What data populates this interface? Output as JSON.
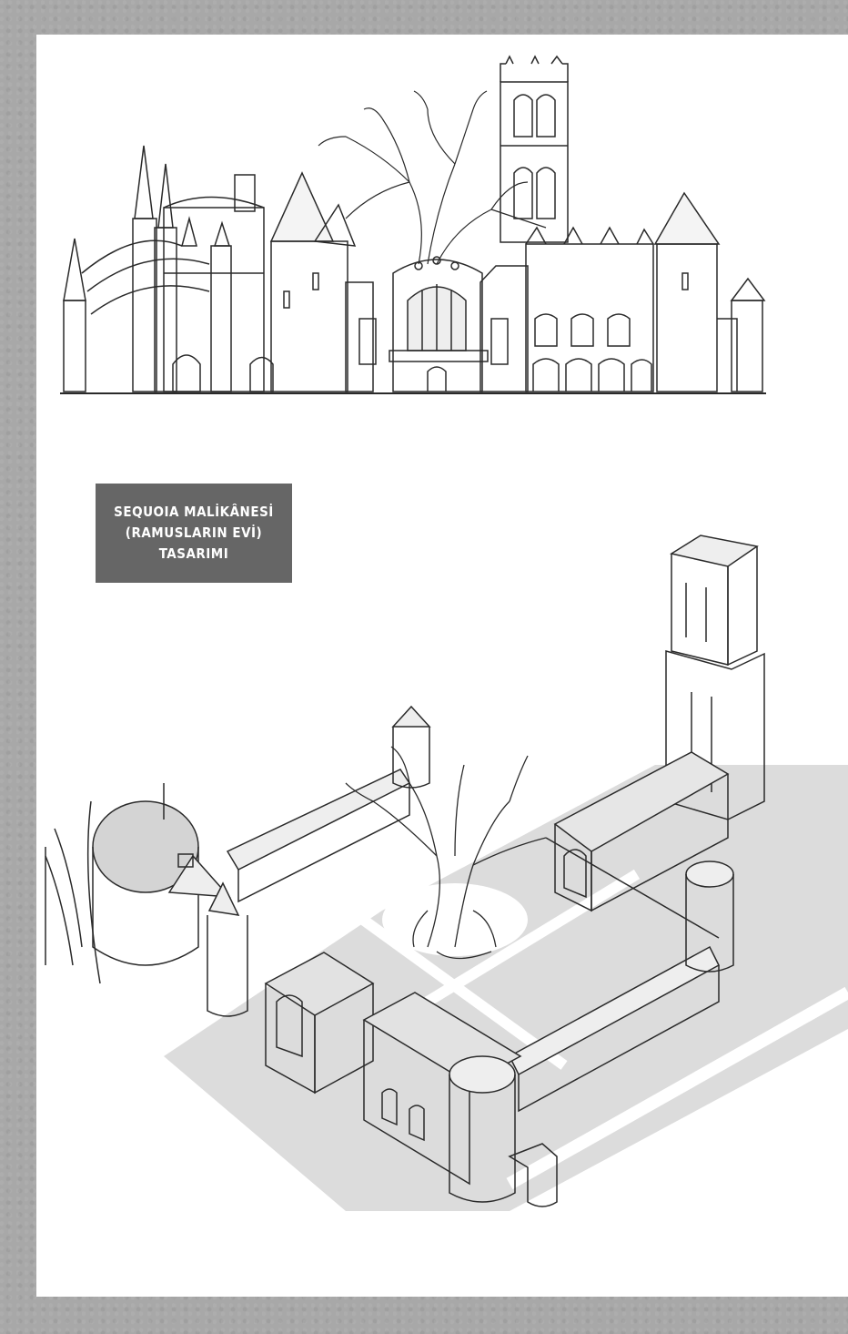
{
  "caption": {
    "line1": "SEQUOIA MALİKÂNESİ",
    "line2": "(RAMUSLARIN EVİ)",
    "line3": "TASARIMI"
  },
  "colors": {
    "border": "#a8a8a8",
    "panel": "#ffffff",
    "caption_bg": "#666666",
    "caption_text": "#ffffff",
    "ground": "#d9d9d9",
    "ink": "#2a2a2a"
  },
  "illustrations": {
    "top": "manor-front-elevation-drawing",
    "bottom": "manor-aerial-perspective-drawing"
  }
}
